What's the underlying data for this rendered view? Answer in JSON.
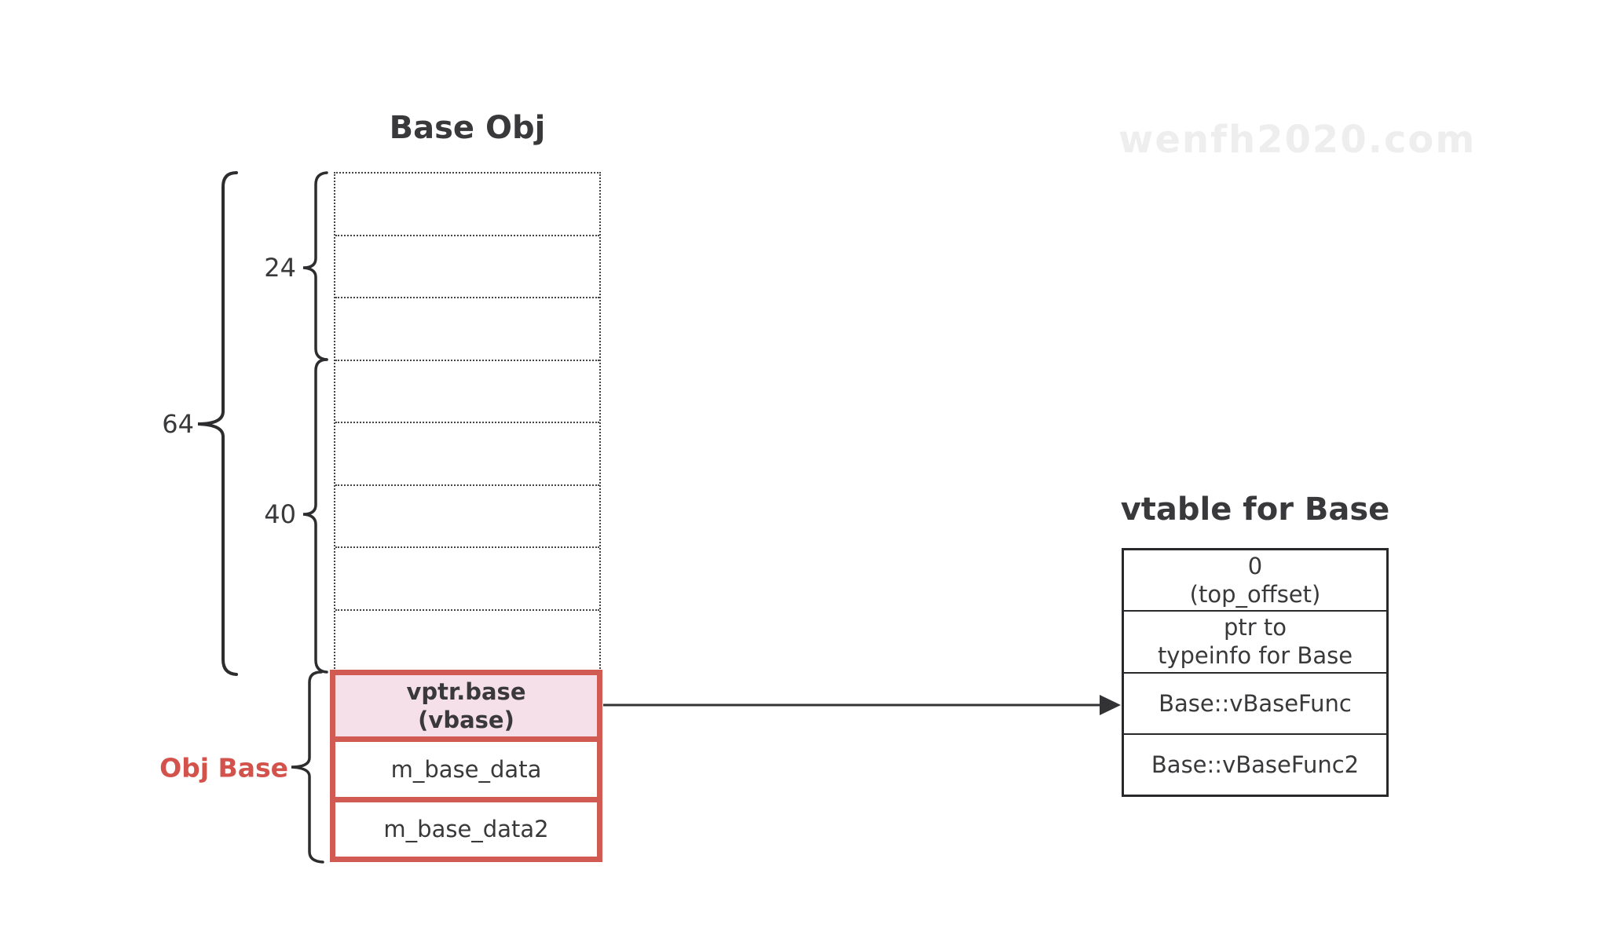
{
  "watermark": {
    "text": "wenfh2020.com"
  },
  "base_obj": {
    "title": "Base Obj",
    "empty_row_count": 8,
    "brace_labels": {
      "total_size": "64",
      "upper_size": "24",
      "lower_size": "40",
      "obj_base": "Obj Base"
    },
    "cells": [
      {
        "line1": "vptr.base",
        "line2": "(vbase)"
      },
      {
        "line1": "m_base_data",
        "line2": ""
      },
      {
        "line1": "m_base_data2",
        "line2": ""
      }
    ]
  },
  "vtable": {
    "title": "vtable for Base",
    "rows": [
      {
        "line1": "0",
        "line2": "(top_offset)"
      },
      {
        "line1": "ptr to",
        "line2": "typeinfo for Base"
      },
      {
        "line1": "Base::vBaseFunc",
        "line2": ""
      },
      {
        "line1": "Base::vBaseFunc2",
        "line2": ""
      }
    ]
  },
  "colors": {
    "red": "#d15a52",
    "pink": "#f5dfe9",
    "ink": "#39393b",
    "dot": "#454547",
    "line": "#29292b",
    "watermark": "#eeeeee",
    "label_red": "#d4524c",
    "brace": "#2d2d2f",
    "arrow": "#333335"
  }
}
